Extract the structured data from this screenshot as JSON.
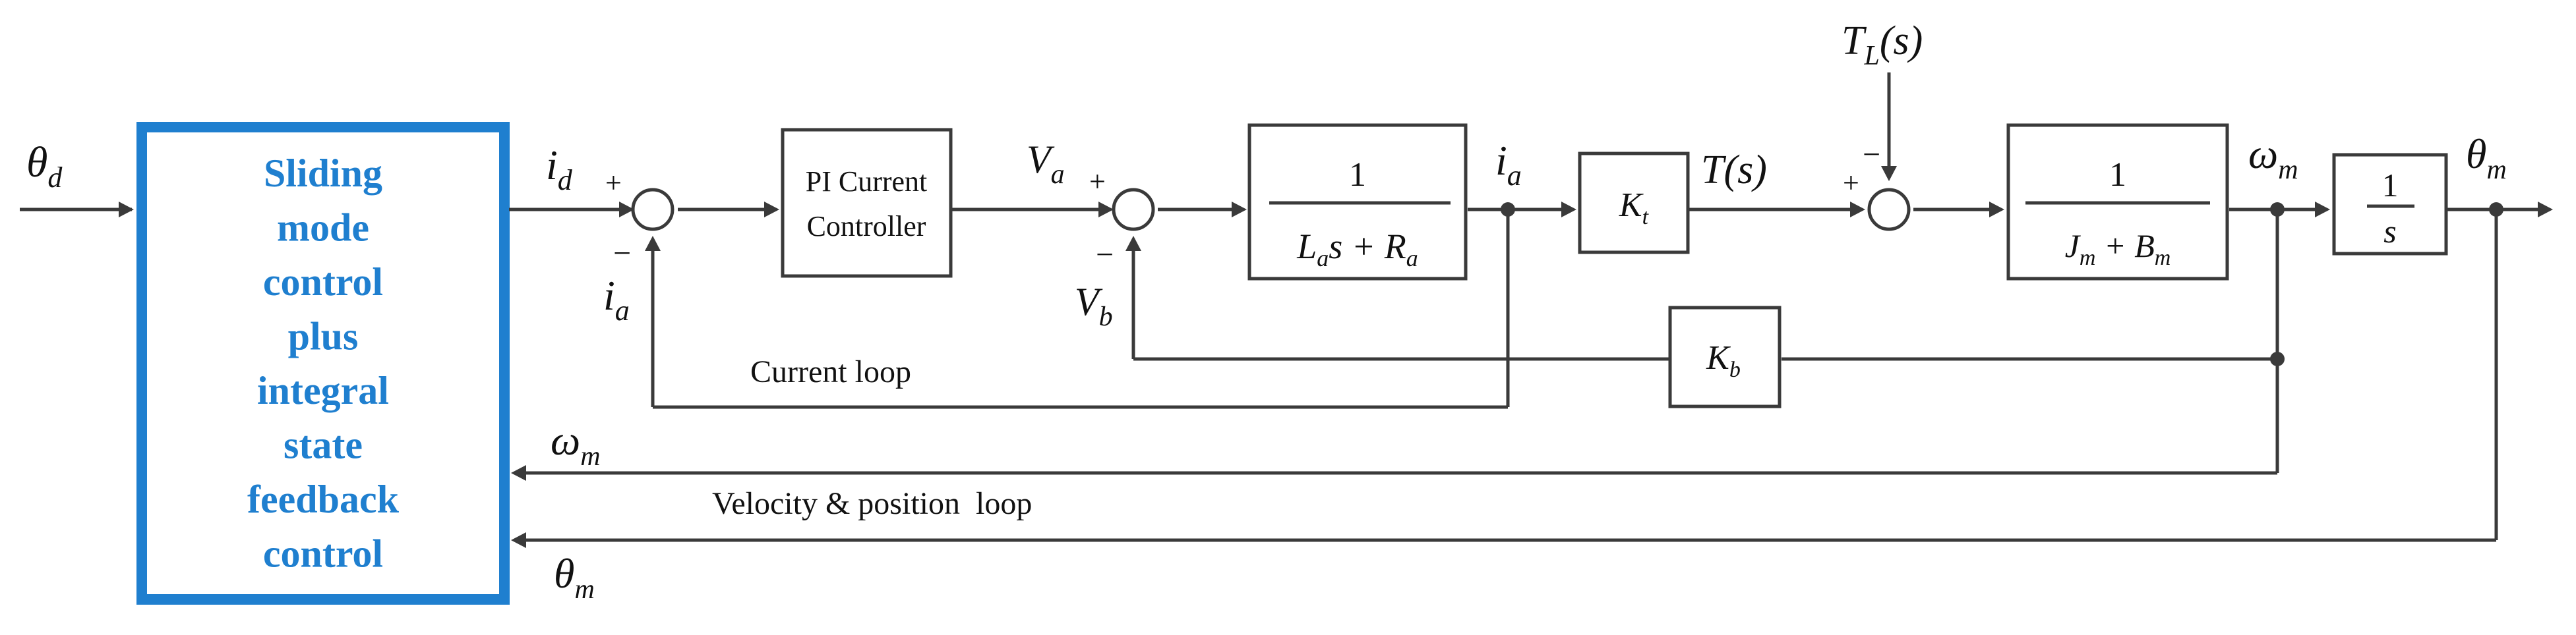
{
  "controller": {
    "lines": [
      "Sliding",
      "mode",
      "control",
      "plus",
      "integral",
      "state",
      "feedback",
      "control"
    ],
    "border_color": "#1f7fcf",
    "text_color": "#1f7fcf"
  },
  "signals": {
    "theta_d": {
      "base": "θ",
      "sub": "d"
    },
    "i_d": {
      "base": "i",
      "sub": "d"
    },
    "i_a": {
      "base": "i",
      "sub": "a"
    },
    "V_a": {
      "base": "V",
      "sub": "a"
    },
    "V_b": {
      "base": "V",
      "sub": "b"
    },
    "T_s": "T(s)",
    "T_L": {
      "base": "T",
      "sub": "L",
      "tail": "(s)"
    },
    "omega_m": {
      "base": "ω",
      "sub": "m"
    },
    "theta_m": {
      "base": "θ",
      "sub": "m"
    }
  },
  "signs": {
    "plus": "+",
    "minus": "−"
  },
  "blocks": {
    "pi_controller": [
      "PI Current",
      "Controller"
    ],
    "armature": {
      "num": "1",
      "den": "L_a s + R_a"
    },
    "kt": {
      "base": "K",
      "sub": "t"
    },
    "kb": {
      "base": "K",
      "sub": "b"
    },
    "mechanical": {
      "num": "1",
      "den": "J_m + B_m"
    },
    "integrator": {
      "num": "1",
      "den": "s"
    }
  },
  "loop_labels": {
    "current": "Current loop",
    "velocity_position": "Velocity & position  loop"
  }
}
